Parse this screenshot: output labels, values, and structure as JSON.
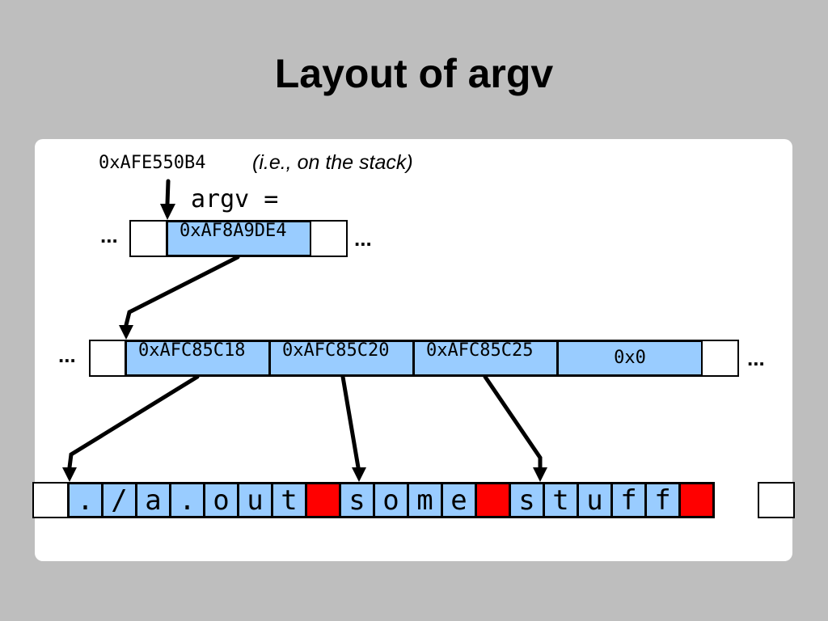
{
  "title": "Layout of argv",
  "stack_address": "0xAFE550B4",
  "stack_note": "(i.e., on the stack)",
  "argv_label": "argv =",
  "argv_value": "0xAF8A9DE4",
  "ellipsis": "...",
  "pointer_array": [
    "0xAFC85C18",
    "0xAFC85C20",
    "0xAFC85C25",
    "0x0"
  ],
  "strings_memory": [
    ".",
    "/",
    "a",
    ".",
    "o",
    "u",
    "t",
    "",
    "s",
    "o",
    "m",
    "e",
    "",
    "s",
    "t",
    "u",
    "f",
    "f",
    ""
  ],
  "colors": {
    "background": "#bebebe",
    "panel": "#ffffff",
    "cell_fill": "#99ccff",
    "null_terminator": "#ff0000"
  }
}
